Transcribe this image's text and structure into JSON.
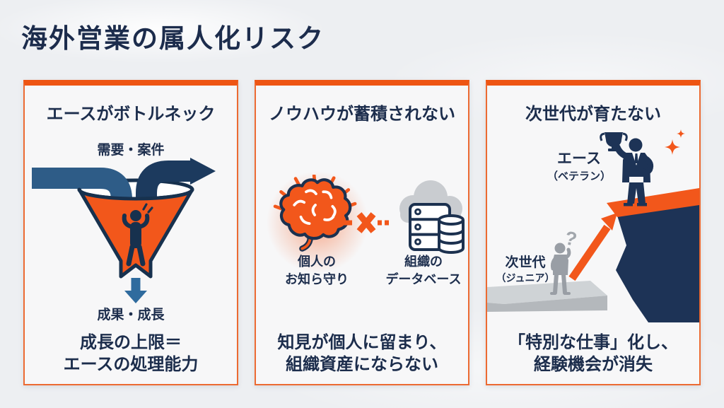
{
  "page": {
    "title": "海外営業の属人化リスク"
  },
  "colors": {
    "accent_orange": "#EE5717",
    "border_orange": "#EC6A32",
    "navy": "#1D2E4D",
    "steel_blue": "#2E5C87",
    "gray_figure": "#9BA0A6",
    "cloud_gray": "#C9CCD0",
    "page_background": "#EDEFF2",
    "card_background": "#F7F7F8"
  },
  "cards": [
    {
      "header": "エースがボトルネック",
      "input_label": "需要・案件",
      "output_label": "成果・成長",
      "caption_line1": "成長の上限＝",
      "caption_line2": "エースの処理能力"
    },
    {
      "header": "ノウハウが蓄積されない",
      "left_label_line1": "個人の",
      "left_label_line2": "お知ら守り",
      "right_label_line1": "組織の",
      "right_label_line2": "データベース",
      "caption_line1": "知見が個人に留まり、",
      "caption_line2": "組織資産にならない"
    },
    {
      "header": "次世代が育たない",
      "ace_label_line1": "エース",
      "ace_label_line2": "（ベテラン）",
      "junior_label_line1": "次世代",
      "junior_label_line2": "（ジュニア）",
      "question_mark": "?",
      "caption_line1": "「特別な仕事」化し、",
      "caption_line2": "経験機会が消失"
    }
  ]
}
